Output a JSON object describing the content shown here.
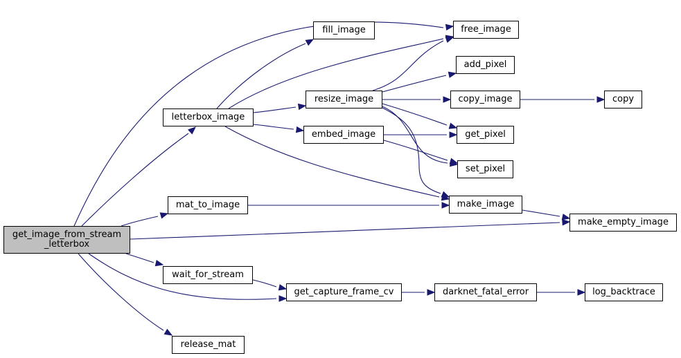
{
  "graph": {
    "nodes": {
      "root": {
        "line1": "get_image_from_stream",
        "line2": "_letterbox"
      },
      "letterbox_image": "letterbox_image",
      "mat_to_image": "mat_to_image",
      "wait_for_stream": "wait_for_stream",
      "release_mat": "release_mat",
      "fill_image": "fill_image",
      "resize_image": "resize_image",
      "embed_image": "embed_image",
      "get_capture_frame_cv": "get_capture_frame_cv",
      "free_image": "free_image",
      "add_pixel": "add_pixel",
      "copy_image": "copy_image",
      "get_pixel": "get_pixel",
      "set_pixel": "set_pixel",
      "make_image": "make_image",
      "darknet_fatal_error": "darknet_fatal_error",
      "copy": "copy",
      "make_empty_image": "make_empty_image",
      "log_backtrace": "log_backtrace"
    },
    "edges": [
      [
        "root",
        "free_image"
      ],
      [
        "root",
        "letterbox_image"
      ],
      [
        "root",
        "mat_to_image"
      ],
      [
        "root",
        "make_empty_image"
      ],
      [
        "root",
        "wait_for_stream"
      ],
      [
        "root",
        "get_capture_frame_cv"
      ],
      [
        "root",
        "release_mat"
      ],
      [
        "letterbox_image",
        "fill_image"
      ],
      [
        "letterbox_image",
        "free_image"
      ],
      [
        "letterbox_image",
        "resize_image"
      ],
      [
        "letterbox_image",
        "embed_image"
      ],
      [
        "letterbox_image",
        "make_image"
      ],
      [
        "resize_image",
        "free_image"
      ],
      [
        "resize_image",
        "add_pixel"
      ],
      [
        "resize_image",
        "copy_image"
      ],
      [
        "resize_image",
        "get_pixel"
      ],
      [
        "resize_image",
        "set_pixel"
      ],
      [
        "resize_image",
        "make_image"
      ],
      [
        "embed_image",
        "get_pixel"
      ],
      [
        "embed_image",
        "set_pixel"
      ],
      [
        "copy_image",
        "copy"
      ],
      [
        "mat_to_image",
        "make_image"
      ],
      [
        "make_image",
        "make_empty_image"
      ],
      [
        "wait_for_stream",
        "get_capture_frame_cv"
      ],
      [
        "get_capture_frame_cv",
        "darknet_fatal_error"
      ],
      [
        "darknet_fatal_error",
        "log_backtrace"
      ]
    ],
    "colors": {
      "edge": "#191970",
      "root_fill": "#bfbfbf",
      "node_fill": "#ffffff",
      "border": "#000000"
    }
  }
}
